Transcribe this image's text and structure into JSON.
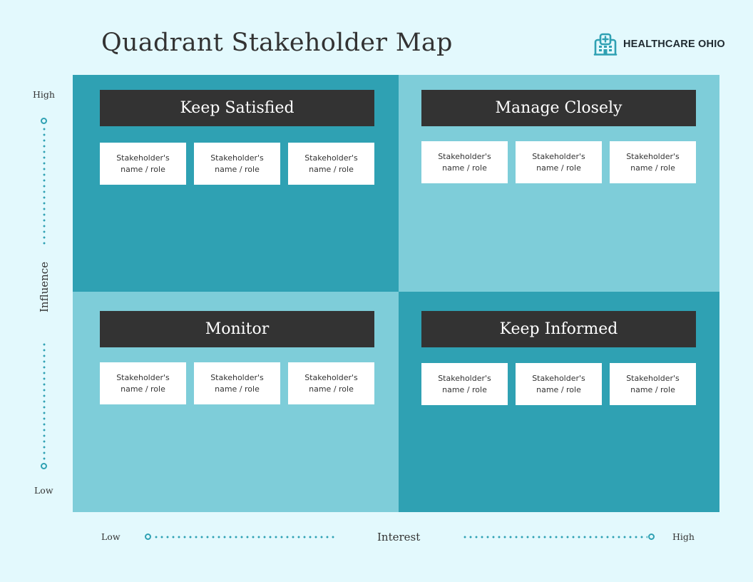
{
  "header": {
    "title": "Quadrant Stakeholder Map",
    "brand_name": "HEALTHCARE OHIO",
    "brand_icon": "hospital-icon"
  },
  "colors": {
    "background": "#e3f9fd",
    "quadrant_dark": "#2fa1b3",
    "quadrant_light": "#7ecdd9",
    "header_box": "#333333",
    "card": "#ffffff",
    "accent": "#2fa1b3"
  },
  "axes": {
    "y": {
      "title": "Influence",
      "high": "High",
      "low": "Low"
    },
    "x": {
      "title": "Interest",
      "high": "High",
      "low": "Low"
    }
  },
  "quadrants": [
    {
      "position": "top-left",
      "title": "Keep Satisfied",
      "stakeholders": [
        {
          "line1": "Stakeholder's",
          "line2": "name / role"
        },
        {
          "line1": "Stakeholder's",
          "line2": "name / role"
        },
        {
          "line1": "Stakeholder's",
          "line2": "name / role"
        }
      ]
    },
    {
      "position": "top-right",
      "title": "Manage Closely",
      "stakeholders": [
        {
          "line1": "Stakeholder's",
          "line2": "name / role"
        },
        {
          "line1": "Stakeholder's",
          "line2": "name / role"
        },
        {
          "line1": "Stakeholder's",
          "line2": "name / role"
        }
      ]
    },
    {
      "position": "bottom-left",
      "title": "Monitor",
      "stakeholders": [
        {
          "line1": "Stakeholder's",
          "line2": "name / role"
        },
        {
          "line1": "Stakeholder's",
          "line2": "name / role"
        },
        {
          "line1": "Stakeholder's",
          "line2": "name / role"
        }
      ]
    },
    {
      "position": "bottom-right",
      "title": "Keep Informed",
      "stakeholders": [
        {
          "line1": "Stakeholder's",
          "line2": "name / role"
        },
        {
          "line1": "Stakeholder's",
          "line2": "name / role"
        },
        {
          "line1": "Stakeholder's",
          "line2": "name / role"
        }
      ]
    }
  ]
}
